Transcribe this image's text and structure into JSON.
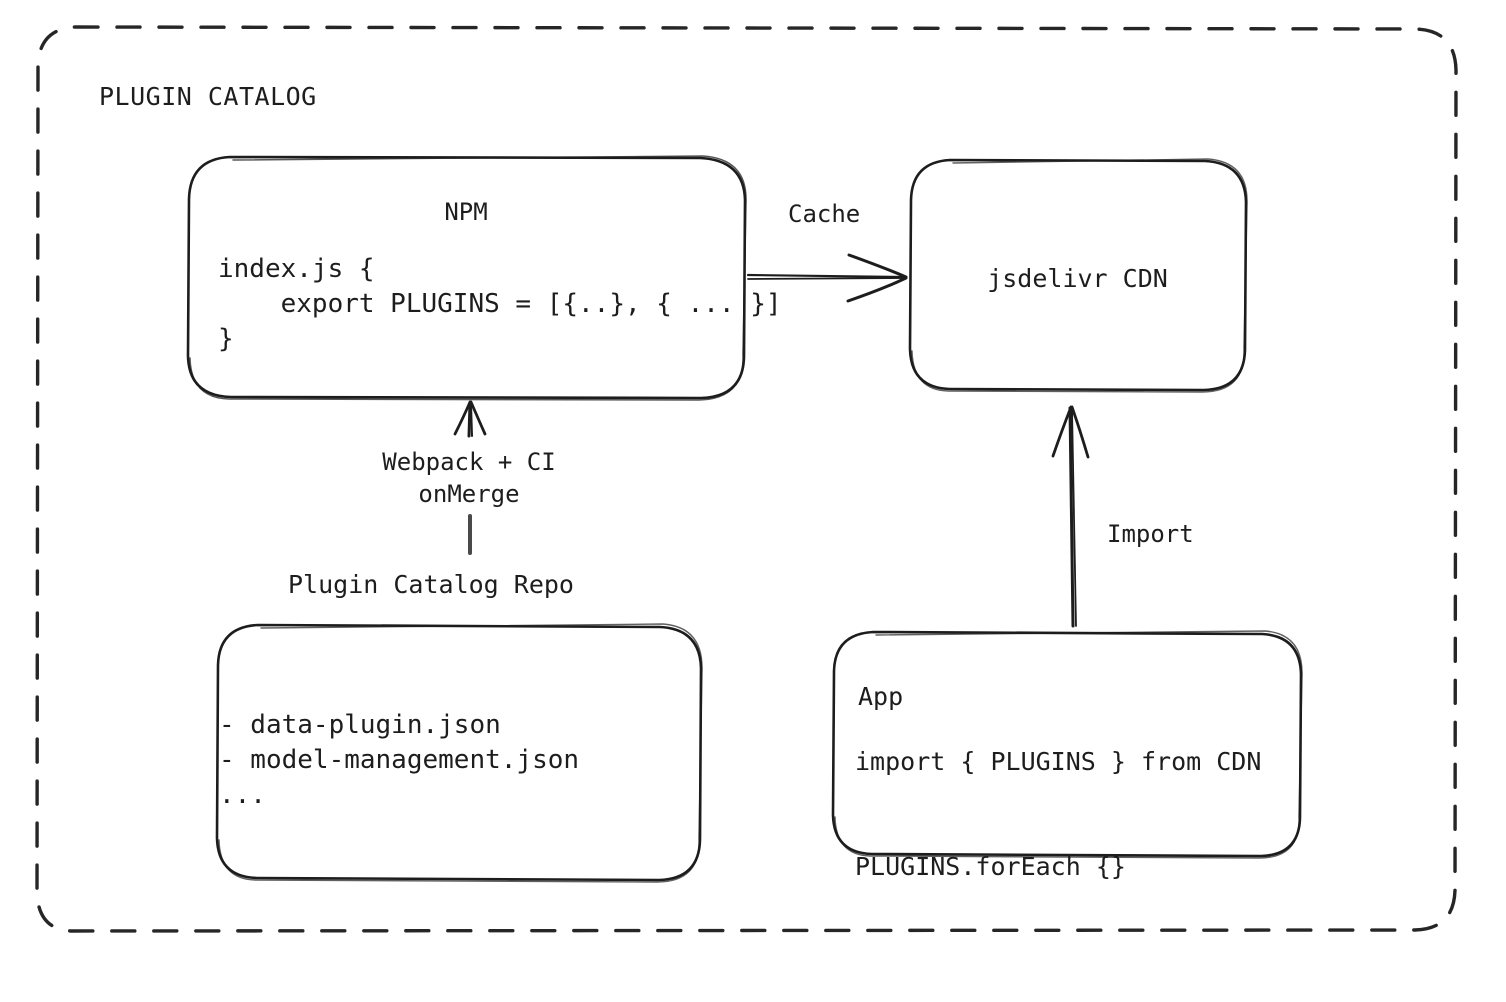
{
  "diagram": {
    "container": {
      "title": "PLUGIN CATALOG",
      "border_style": "dashed-rounded",
      "border_color": "#262626"
    },
    "nodes": {
      "npm": {
        "title": "NPM",
        "code": "index.js {\n    export PLUGINS = [{..}, { ... }]\n}"
      },
      "cdn": {
        "title": "jsdelivr CDN"
      },
      "repo": {
        "label": "Plugin Catalog Repo",
        "files": "- data-plugin.json\n- model-management.json\n..."
      },
      "app": {
        "title": "App",
        "code": "import { PLUGINS } from CDN\n\nPLUGINS.forEach {}"
      }
    },
    "edges": {
      "cache": {
        "label": "Cache",
        "from": "npm",
        "to": "cdn",
        "direction": "right"
      },
      "build": {
        "label": "Webpack + CI\nonMerge",
        "from": "repo",
        "to": "npm",
        "direction": "up"
      },
      "import": {
        "label": "Import",
        "from": "app",
        "to": "cdn",
        "direction": "up"
      }
    }
  }
}
